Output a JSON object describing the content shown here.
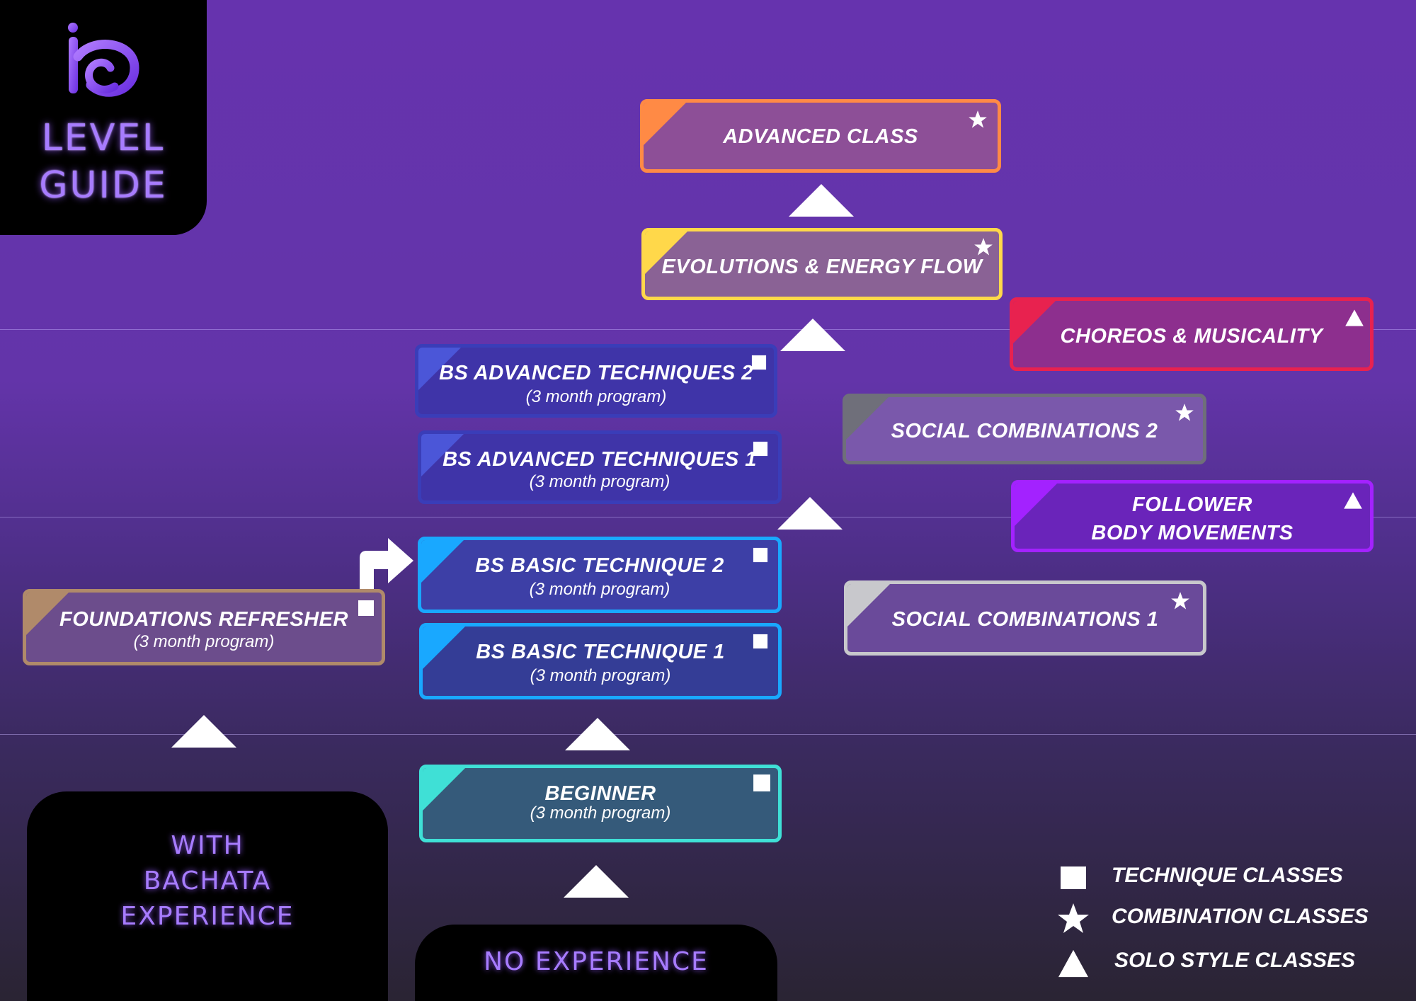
{
  "logo": {
    "line1": "LEVEL",
    "line2": "GUIDE"
  },
  "experience": {
    "with_bachata": [
      "WITH",
      "BACHATA",
      "EXPERIENCE"
    ],
    "none": "NO EXPERIENCE"
  },
  "classes": {
    "advanced": {
      "title": "ADVANCED CLASS",
      "type": "combination",
      "border": "#ff8a45"
    },
    "evolutions": {
      "title": "EVOLUTIONS & ENERGY FLOW",
      "type": "combination",
      "border": "#ffd84a"
    },
    "choreos": {
      "title": "CHOREOS & MUSICALITY",
      "type": "solo",
      "border": "#e8224f"
    },
    "bs_adv_2": {
      "title": "BS ADVANCED TECHNIQUES 2",
      "subtitle": "(3 month program)",
      "type": "technique",
      "border": "#3a3db8"
    },
    "bs_adv_1": {
      "title": "BS ADVANCED TECHNIQUES 1",
      "subtitle": "(3 month program)",
      "type": "technique",
      "border": "#3a3db8"
    },
    "social_2": {
      "title": "SOCIAL COMBINATIONS 2",
      "type": "combination",
      "border": "#6f6f7a"
    },
    "follower": {
      "title_line1": "FOLLOWER",
      "title_line2": "BODY MOVEMENTS",
      "type": "solo",
      "border": "#a322ff"
    },
    "bs_basic_2": {
      "title": "BS BASIC TECHNIQUE 2",
      "subtitle": "(3 month program)",
      "type": "technique",
      "border": "#19a8ff"
    },
    "bs_basic_1": {
      "title": "BS BASIC TECHNIQUE 1",
      "subtitle": "(3 month program)",
      "type": "technique",
      "border": "#19a8ff"
    },
    "social_1": {
      "title": "SOCIAL COMBINATIONS 1",
      "type": "combination",
      "border": "#c8c8cc"
    },
    "foundations": {
      "title": "FOUNDATIONS REFRESHER",
      "subtitle": "(3 month program)",
      "type": "technique",
      "border": "#b08a6a"
    },
    "beginner": {
      "title": "BEGINNER",
      "subtitle": "(3 month program)",
      "type": "technique",
      "border": "#3fe0d6"
    }
  },
  "legend": [
    {
      "symbol": "square-icon",
      "label": "TECHNIQUE CLASSES"
    },
    {
      "symbol": "star-icon",
      "label": "COMBINATION CLASSES"
    },
    {
      "symbol": "triangle-icon",
      "label": "SOLO STYLE CLASSES"
    }
  ]
}
